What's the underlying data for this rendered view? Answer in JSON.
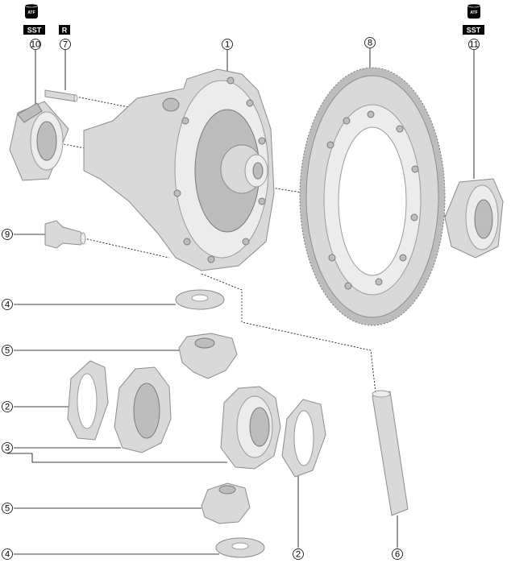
{
  "badges": {
    "atf": "ATF",
    "sst": "SST",
    "r": "R"
  },
  "callouts": {
    "c1": "1",
    "c2a": "2",
    "c2b": "2",
    "c3": "3",
    "c4a": "4",
    "c4b": "4",
    "c5a": "5",
    "c5b": "5",
    "c6": "6",
    "c7": "7",
    "c8": "8",
    "c9": "9",
    "c10": "10",
    "c11": "11"
  },
  "colors": {
    "part_fill": "#d9d9d9",
    "part_stroke": "#8c8c8c",
    "badge_fill": "#000000",
    "line": "#000000"
  }
}
